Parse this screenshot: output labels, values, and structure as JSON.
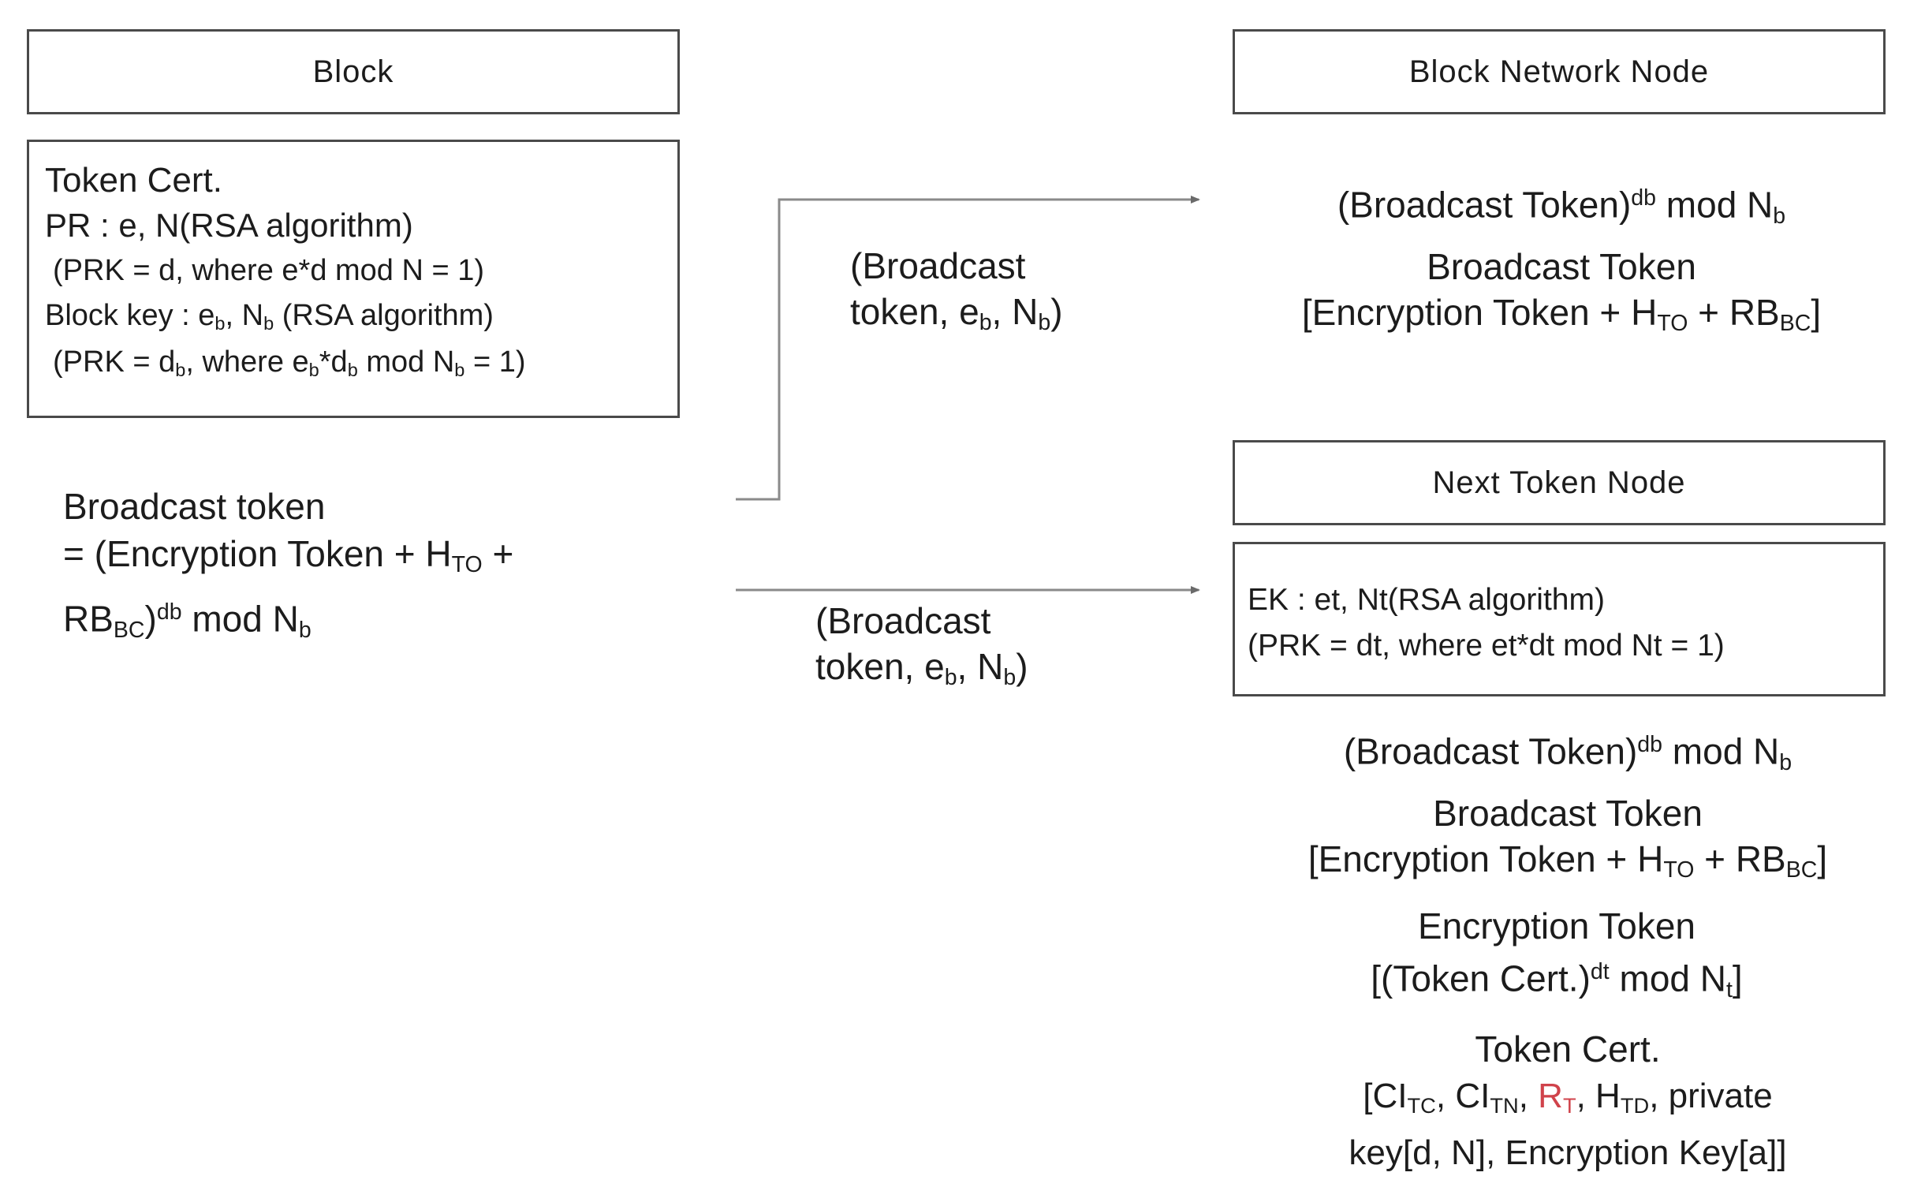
{
  "block": {
    "title": "Block",
    "cert": {
      "l1": "Token Cert.",
      "l2": "PR : e, N(RSA algorithm)",
      "l3": "(PRK = d, where e*d mod N = 1)",
      "l4_pre": "Block key : e",
      "l4_s1": "b",
      "l4_mid": ", N",
      "l4_s2": "b",
      "l4_post": " (RSA algorithm)",
      "l5_pre": "(PRK = d",
      "l5_s1": "b",
      "l5_mid1": ", where e",
      "l5_s2": "b",
      "l5_mid2": "*d",
      "l5_s3": "b",
      "l5_mid3": " mod N",
      "l5_s4": "b",
      "l5_post": " = 1)"
    },
    "broadcast": {
      "l1": "Broadcast token",
      "l2_pre": "=  (Encryption  Token  +  H",
      "l2_sub": "TO",
      "l2_post": "  +",
      "l3_pre": "RB",
      "l3_sub": "BC",
      "l3_mid": ")",
      "l3_sup": "db",
      "l3_mid2": " mod N",
      "l3_sub2": "b"
    }
  },
  "edges": {
    "top": {
      "l1": "(Broadcast",
      "l2_pre": "token, e",
      "l2_s1": "b",
      "l2_mid": ", N",
      "l2_s2": "b",
      "l2_post": ")"
    },
    "bottom": {
      "l1": "(Broadcast",
      "l2_pre": "token, e",
      "l2_s1": "b",
      "l2_mid": ", N",
      "l2_s2": "b",
      "l2_post": ")"
    }
  },
  "network_node": {
    "title": "Block Network Node",
    "l1_pre": "(Broadcast Token)",
    "l1_sup": "db",
    "l1_mid": " mod N",
    "l1_sub": "b",
    "l2": "Broadcast Token",
    "l3_pre": "[Encryption Token + H",
    "l3_sub": "TO",
    "l3_mid": " + RB",
    "l3_sub2": "BC",
    "l3_post": "]"
  },
  "next_node": {
    "title": "Next Token Node",
    "ek_l1": "EK : et, Nt(RSA algorithm)",
    "ek_l2": "(PRK = dt, where et*dt mod Nt = 1)",
    "b1_pre": "(Broadcast Token)",
    "b1_sup": "db",
    "b1_mid": " mod N",
    "b1_sub": "b",
    "b2": "Broadcast Token",
    "b3_pre": "[Encryption Token + H",
    "b3_sub": "TO",
    "b3_mid": " + RB",
    "b3_sub2": "BC",
    "b3_post": "]",
    "e1": "Encryption Token",
    "e2_pre": "[(Token Cert.)",
    "e2_sup": "dt",
    "e2_mid": " mod N",
    "e2_sub": "t",
    "e2_post": "]",
    "tc1": "Token Cert.",
    "tc2_pre": "[CI",
    "tc2_s1": "TC",
    "tc2_m1": ", CI",
    "tc2_s2": "TN",
    "tc2_m2": ", ",
    "tc2_red": "R",
    "tc2_red_sub": "T",
    "tc2_m3": ", H",
    "tc2_s3": "TD",
    "tc2_post": ", private",
    "tc3": "key[d, N], Encryption Key[a]]"
  },
  "colors": {
    "line": "#8a8a8a",
    "border": "#4a4a4a",
    "highlight": "#d0434b"
  }
}
